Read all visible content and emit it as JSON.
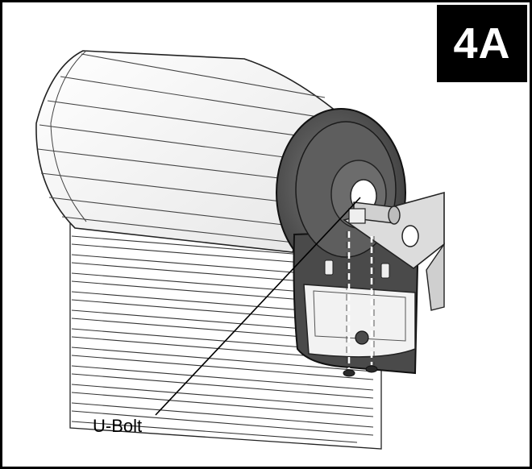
{
  "figure": {
    "step_label": "4A",
    "callout_label": "U-Bolt"
  },
  "colors": {
    "frame": "#000000",
    "badge_background": "#000000",
    "badge_text": "#ffffff",
    "housing_dark": "#5c5c5c",
    "slat_fill": "#ffffff",
    "outline": "#222222"
  },
  "icons": [
    "roller-shutter-drawing",
    "mounting-bracket",
    "u-bolt",
    "dashed-alignment-lines"
  ]
}
